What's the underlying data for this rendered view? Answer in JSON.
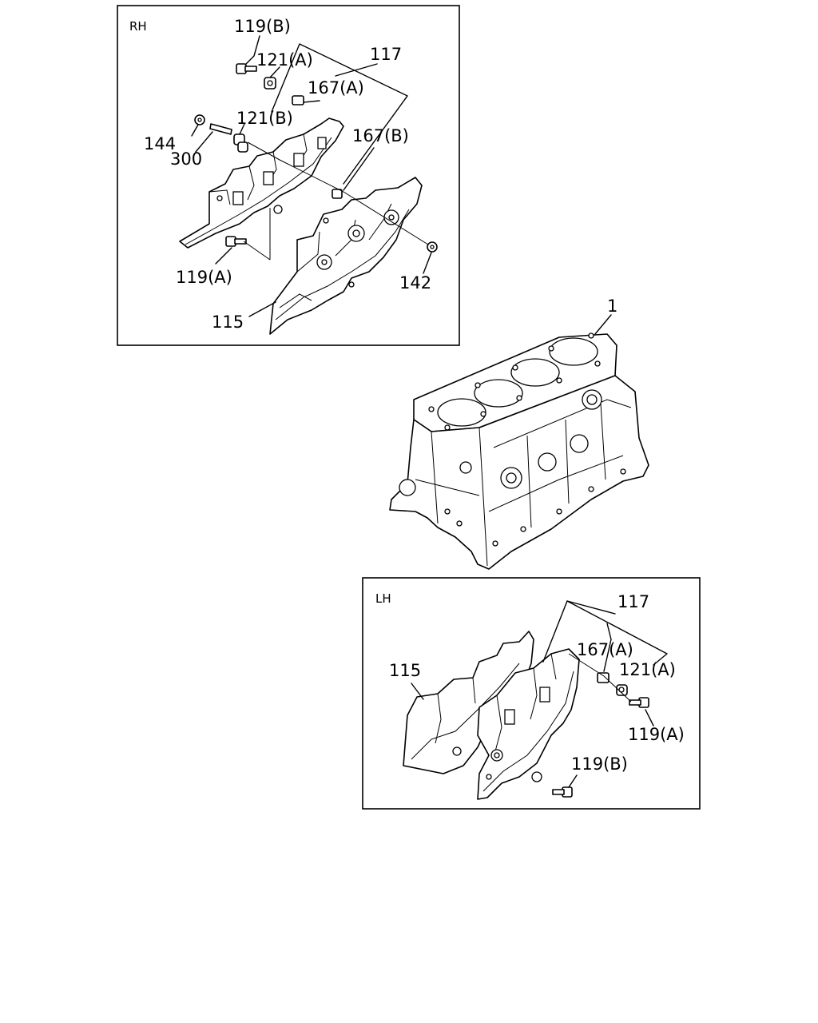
{
  "panels": {
    "rh": {
      "tag": "RH",
      "callouts": {
        "c119b": "119(B)",
        "c121a": "121(A)",
        "c117": "117",
        "c167a": "167(A)",
        "c121b": "121(B)",
        "c167b": "167(B)",
        "c144": "144",
        "c300": "300",
        "c119a": "119(A)",
        "c142": "142",
        "c115": "115"
      }
    },
    "block": {
      "callouts": {
        "c1": "1"
      }
    },
    "lh": {
      "tag": "LH",
      "callouts": {
        "c117": "117",
        "c167a": "167(A)",
        "c121a": "121(A)",
        "c115": "115",
        "c119a": "119(A)",
        "c119b": "119(B)"
      }
    }
  }
}
